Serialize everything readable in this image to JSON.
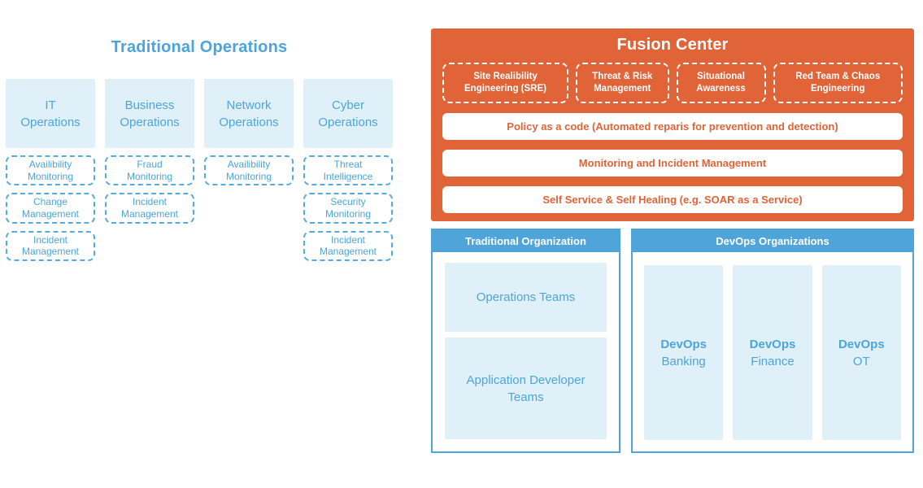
{
  "colors": {
    "orange": "#E06438",
    "header_blue": "#4FA5D9",
    "text_blue": "#4BA5DC",
    "light_blue_fill": "#E0F0F8",
    "dashed_blue_border": "#55ABDE",
    "white": "#FFFFFF"
  },
  "left": {
    "title": "Traditional Operations",
    "columns": [
      {
        "label": "IT Operations",
        "items": [
          "Availibility Monitoring",
          "Change Management",
          "Incident Management"
        ]
      },
      {
        "label": "Business Operations",
        "items": [
          "Fraud Monitoring",
          "Incident Management"
        ]
      },
      {
        "label": "Network Operations",
        "items": [
          "Availibility Monitoring"
        ]
      },
      {
        "label": "Cyber Operations",
        "items": [
          "Threat Intelligence",
          "Security Monitoring",
          "Incident Management"
        ]
      }
    ]
  },
  "fusion": {
    "title": "Fusion Center",
    "capabilities": [
      "Site Realibility Engineering (SRE)",
      "Threat & Risk Management",
      "Situational Awareness",
      "Red Team & Chaos Engineering"
    ],
    "bars": [
      "Policy as a code (Automated reparis for prevention and detection)",
      "Monitoring and Incident Management",
      "Self Service & Self Healing (e.g. SOAR as a Service)"
    ]
  },
  "organizations": {
    "traditional": {
      "header": "Traditional Organization",
      "teams": [
        "Operations Teams",
        "Application Developer Teams"
      ]
    },
    "devops": {
      "header": "DevOps Organizations",
      "units": [
        {
          "line1": "DevOps",
          "line2": "Banking"
        },
        {
          "line1": "DevOps",
          "line2": "Finance"
        },
        {
          "line1": "DevOps",
          "line2": "OT"
        }
      ]
    }
  }
}
